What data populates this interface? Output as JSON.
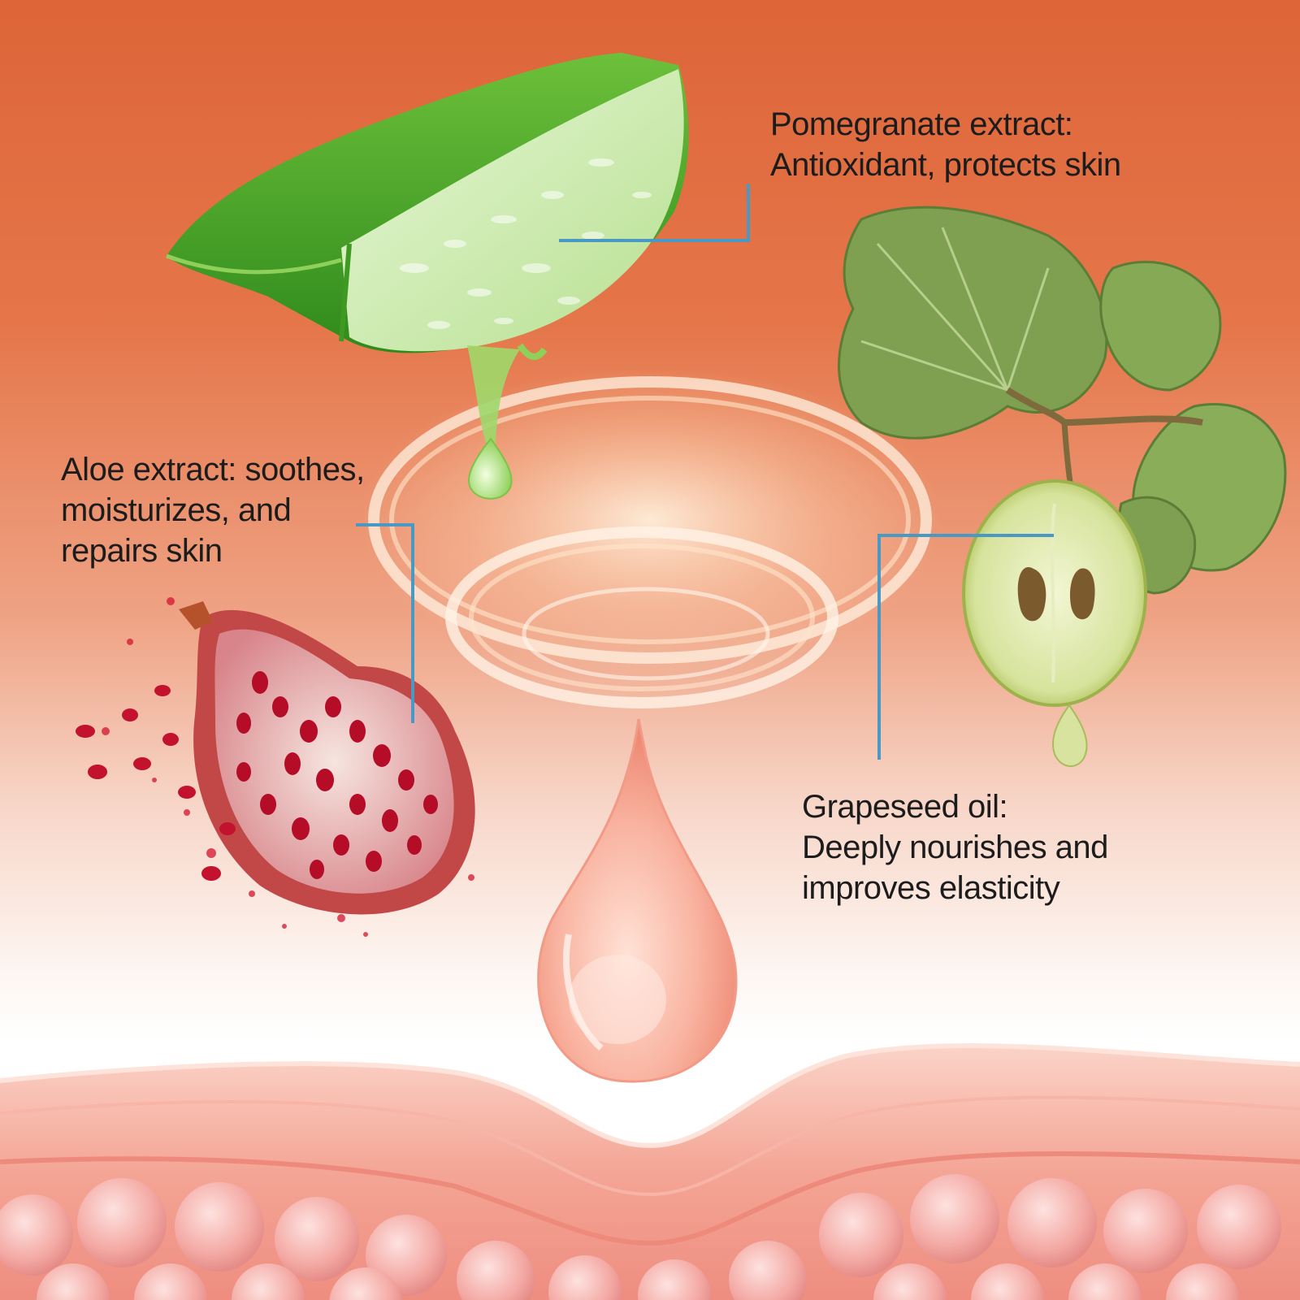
{
  "captions": {
    "pomegranate": {
      "line1": "Pomegranate extract:",
      "line2": "Antioxidant, protects skin"
    },
    "aloe": {
      "line1": "Aloe extract: soothes,",
      "line2": "moisturizes, and",
      "line3": "repairs skin"
    },
    "grapeseed": {
      "line1": "Grapeseed oil:",
      "line2": "Deeply nourishes and",
      "line3": "improves elasticity"
    }
  },
  "colors": {
    "background_top": "#dd6538",
    "background_bottom": "#ffffff",
    "leader_line": "#4a98c4",
    "text": "#1c1c1c",
    "aloe_green": "#4cae2c",
    "pomegranate_red": "#c8102e",
    "grape_green": "#c9d98a",
    "drop_peach": "#f7a99a",
    "skin_pink": "#f3a49a"
  },
  "icons": [
    "aloe-leaf-image",
    "pomegranate-image",
    "grape-leaf-image",
    "serum-drop-image",
    "skin-layer-image",
    "glow-ring-image"
  ]
}
